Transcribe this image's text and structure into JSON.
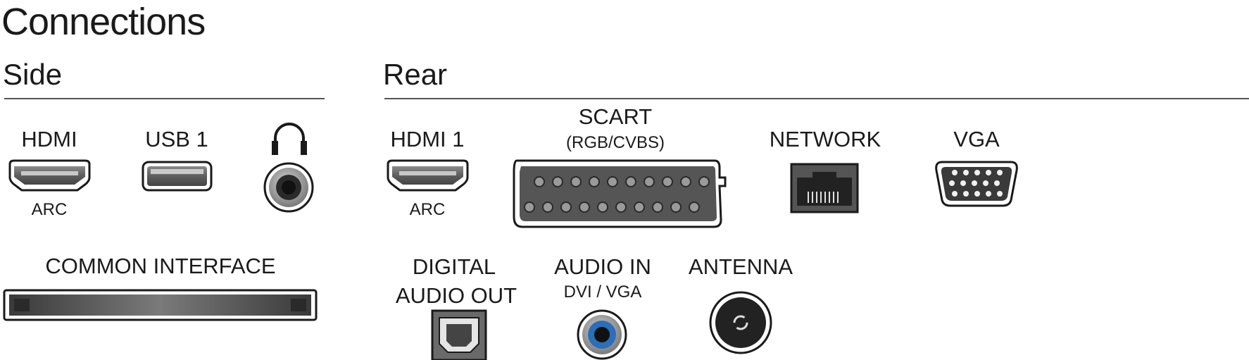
{
  "title": "Connections",
  "sections": {
    "side": "Side",
    "rear": "Rear"
  },
  "side": {
    "hdmi": {
      "label": "HDMI",
      "sub": "ARC"
    },
    "usb": {
      "label": "USB 1"
    },
    "headphone": {
      "icon": "headphones-icon"
    },
    "common_interface": {
      "label": "COMMON INTERFACE"
    }
  },
  "rear": {
    "hdmi1": {
      "label": "HDMI 1",
      "sub": "ARC"
    },
    "scart": {
      "label": "SCART",
      "sub": "(RGB/CVBS)"
    },
    "network": {
      "label": "NETWORK"
    },
    "vga": {
      "label": "VGA"
    },
    "digital_audio_out": {
      "line1": "DIGITAL",
      "line2": "AUDIO OUT"
    },
    "audio_in": {
      "label": "AUDIO IN",
      "sub": "DVI / VGA"
    },
    "antenna": {
      "label": "ANTENNA"
    }
  },
  "colors": {
    "port_gray": "#666666",
    "line": "#555555",
    "audio_in_ring": "#2a6fb8"
  }
}
